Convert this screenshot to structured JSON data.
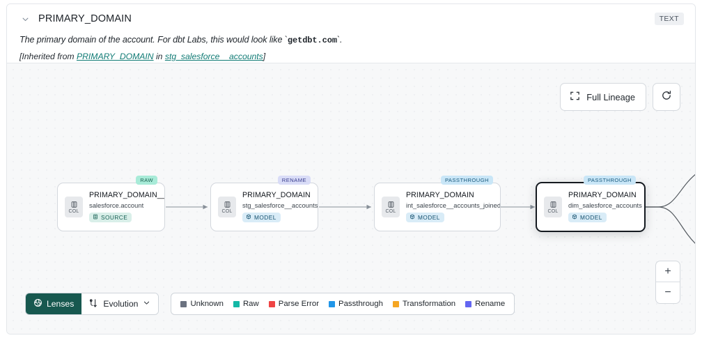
{
  "header": {
    "collapse_icon": "chevron-down-icon",
    "column_name": "PRIMARY_DOMAIN",
    "type_badge": "TEXT",
    "description_prefix": "The primary domain of the account. For dbt Labs, this would look like `",
    "description_code": "getdbt.com",
    "description_suffix": "`.",
    "inherited_open": "[Inherited from ",
    "inherited_link1": "PRIMARY_DOMAIN",
    "inherited_mid": " in ",
    "inherited_link2": "stg_salesforce__accounts",
    "inherited_close": "]"
  },
  "controls": {
    "full_lineage_label": "Full Lineage",
    "full_lineage_icon": "expand-icon",
    "refresh_icon": "refresh-icon",
    "zoom_in_label": "+",
    "zoom_out_label": "−"
  },
  "graph": {
    "col_badge_label": "COL",
    "nodes": [
      {
        "name": "PRIMARY_DOMAIN__C",
        "source": "salesforce.account",
        "badge": "SOURCE",
        "badge_icon": "database-icon",
        "tag": "RAW",
        "selected": false
      },
      {
        "name": "PRIMARY_DOMAIN",
        "source": "stg_salesforce__accounts",
        "badge": "MODEL",
        "badge_icon": "cube-icon",
        "tag": "RENAME",
        "selected": false
      },
      {
        "name": "PRIMARY_DOMAIN",
        "source": "int_salesforce__accounts_joined",
        "badge": "MODEL",
        "badge_icon": "cube-icon",
        "tag": "PASSTHROUGH",
        "selected": false
      },
      {
        "name": "PRIMARY_DOMAIN",
        "source": "dim_salesforce_accounts",
        "badge": "MODEL",
        "badge_icon": "cube-icon",
        "tag": "PASSTHROUGH",
        "selected": true
      }
    ]
  },
  "toolbar": {
    "lenses_label": "Lenses",
    "lenses_icon": "aperture-icon",
    "evolution_label": "Evolution",
    "evolution_icon": "evolution-icon",
    "evolution_caret": "chevron-down-icon"
  },
  "legend": {
    "items": [
      {
        "label": "Unknown",
        "color": "#6b7280"
      },
      {
        "label": "Raw",
        "color": "#14b8a6"
      },
      {
        "label": "Parse Error",
        "color": "#ef4444"
      },
      {
        "label": "Passthrough",
        "color": "#2196e8"
      },
      {
        "label": "Transformation",
        "color": "#f5a623"
      },
      {
        "label": "Rename",
        "color": "#6366f1"
      }
    ]
  }
}
